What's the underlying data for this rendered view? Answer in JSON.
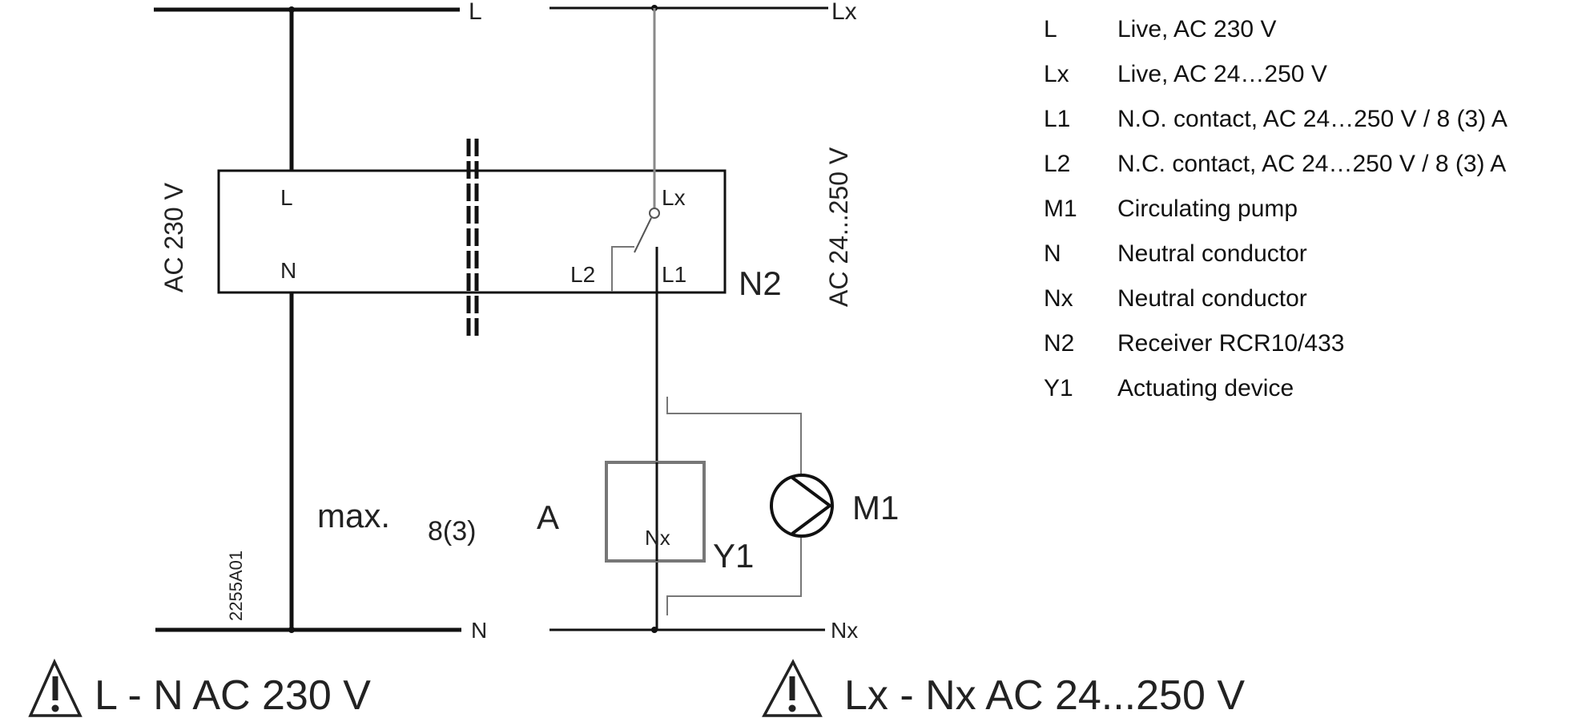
{
  "diagram": {
    "rails": {
      "top_left": "L",
      "top_right": "Lx",
      "bottom_left": "N",
      "bottom_right": "Nx"
    },
    "receiver": {
      "terminal_L": "L",
      "terminal_N": "N",
      "terminal_Lx": "Lx",
      "terminal_L2": "L2",
      "terminal_L1": "L1",
      "tag": "N2"
    },
    "voltage_left": "AC 230 V",
    "voltage_right": "AC 24...250 V",
    "rating": {
      "prefix": "max.",
      "value": "8(3)",
      "unit": "A"
    },
    "actuator": {
      "terminal": "Nx",
      "tag": "Y1"
    },
    "pump": {
      "tag": "M1"
    },
    "drawing_number": "2255A01",
    "warnings": [
      {
        "text": "L - N AC 230 V",
        "icon": "warning-triangle-icon"
      },
      {
        "text": "Lx - Nx AC 24...250 V",
        "icon": "warning-triangle-icon"
      }
    ]
  },
  "legend": [
    {
      "code": "L",
      "description": "Live, AC 230 V"
    },
    {
      "code": "Lx",
      "description": "Live, AC 24…250 V"
    },
    {
      "code": "L1",
      "description": "N.O. contact, AC 24…250 V / 8 (3) A"
    },
    {
      "code": "L2",
      "description": "N.C. contact, AC 24…250 V / 8 (3) A"
    },
    {
      "code": "M1",
      "description": "Circulating pump"
    },
    {
      "code": "N",
      "description": "Neutral conductor"
    },
    {
      "code": "Nx",
      "description": "Neutral conductor"
    },
    {
      "code": "N2",
      "description": "Receiver RCR10/433"
    },
    {
      "code": "Y1",
      "description": "Actuating device"
    }
  ],
  "colors": {
    "wire_main": "#111111",
    "wire_light": "#8a8a8a",
    "wire_grey": "#777777",
    "text": "#222222"
  }
}
